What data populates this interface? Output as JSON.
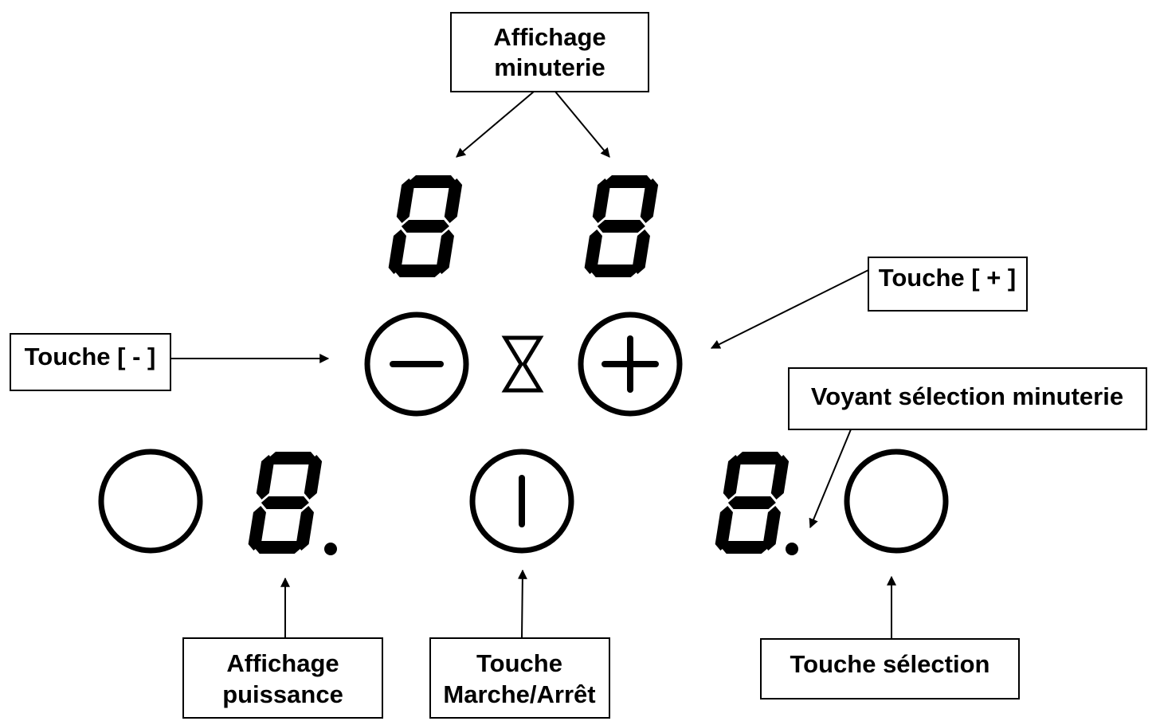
{
  "labels": {
    "timer_display": [
      "Affichage",
      "minuterie"
    ],
    "minus_key": "Touche [ - ]",
    "plus_key": "Touche [ + ]",
    "timer_select_led": "Voyant sélection minuterie",
    "power_display": [
      "Affichage",
      "puissance"
    ],
    "on_off_key": [
      "Touche",
      "Marche/Arrêt"
    ],
    "select_key": "Touche sélection"
  },
  "icons": {
    "minus": "minus-icon",
    "plus": "plus-icon",
    "timer": "hourglass-icon",
    "power": "power-icon"
  },
  "colors": {
    "ink": "#000000",
    "background": "#ffffff"
  }
}
